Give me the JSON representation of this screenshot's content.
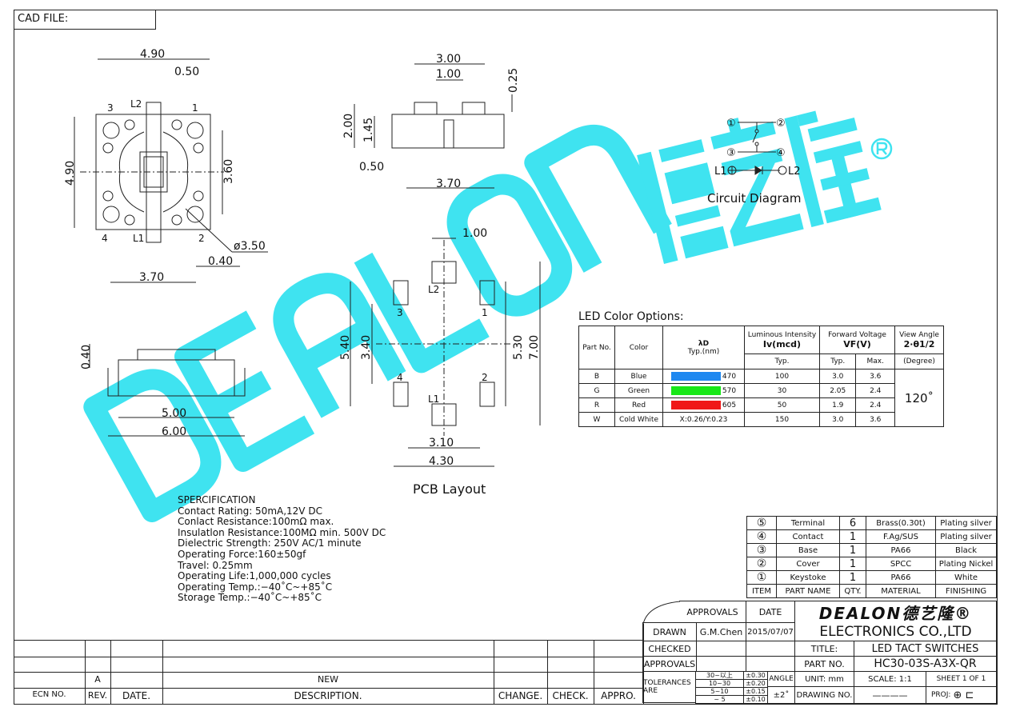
{
  "cad_file": "CAD FILE:",
  "watermark": {
    "logo": "DEALON",
    "chinese": "德艺隆",
    "registered": "®",
    "color": "#3fe3f0"
  },
  "top_view": {
    "dims": [
      "4.90",
      "0.50",
      "4.90",
      "3.60",
      "ø3.50",
      "0.40",
      "3.70"
    ],
    "pins": [
      "3",
      "1",
      "L2",
      "L1",
      "4",
      "2"
    ]
  },
  "side_view": {
    "dims": [
      "3.00",
      "1.00",
      "0.25",
      "2.00",
      "1.45",
      "0.50",
      "3.70"
    ]
  },
  "front_view": {
    "dims": [
      "0.40",
      "5.00",
      "6.00"
    ]
  },
  "pcb": {
    "dims": [
      "1.00",
      "5.40",
      "3.40",
      "5.30",
      "7.00",
      "3.10",
      "4.30"
    ],
    "pins": [
      "L2",
      "3",
      "1",
      "4",
      "2",
      "L1"
    ],
    "title": "PCB Layout"
  },
  "circuit": {
    "nodes": [
      "①",
      "②",
      "③",
      "④"
    ],
    "l1": "L1",
    "l2": "L2",
    "title": "Circuit Diagram"
  },
  "led": {
    "title": "LED Color Options:",
    "headers": {
      "part": "Part No.",
      "color": "Color",
      "lambda": "λD",
      "lambda_unit": "Typ.(nm)",
      "lum": "Luminous Intensity",
      "lum_unit": "Iv(mcd)",
      "lum_typ": "Typ.",
      "fv": "Forward Voltage",
      "fv_unit": "VF(V)",
      "fv_typ": "Typ.",
      "fv_max": "Max.",
      "view": "View Angle",
      "view_unit": "2·θ1/2",
      "view_deg": "(Degree)"
    },
    "rows": [
      {
        "part": "B",
        "color": "Blue",
        "swatch": "#1e88f0",
        "nm": "470",
        "lum": "100",
        "typ": "3.0",
        "max": "3.6"
      },
      {
        "part": "G",
        "color": "Green",
        "swatch": "#18e818",
        "nm": "570",
        "lum": "30",
        "typ": "2.05",
        "max": "2.4"
      },
      {
        "part": "R",
        "color": "Red",
        "swatch": "#f01818",
        "nm": "605",
        "lum": "50",
        "typ": "1.9",
        "max": "2.4"
      },
      {
        "part": "W",
        "color": "Cold White",
        "nm": "X:0.26/Y:0.23",
        "lum": "150",
        "typ": "3.0",
        "max": "3.6"
      }
    ],
    "view_angle": "120˚"
  },
  "spec": {
    "title": "SPERCIFICATION",
    "lines": [
      "Contact Rating: 50mA,12V DC",
      "Conlact Resistance:100mΩ max.",
      "Insulatlon Resistance:100MΩ min. 500V DC",
      "Dielectric Strength: 250V AC/1 minute",
      "Operating Force:160±50gf",
      "Travel: 0.25mm",
      "Operating Life:1,000,000 cycles",
      "Operating Temp.:−40˚C~+85˚C",
      "Storage Temp.:−40˚C~+85˚C"
    ]
  },
  "bom": {
    "rows": [
      {
        "item": "⑤",
        "name": "Terminal",
        "qty": "6",
        "material": "Brass(0.30t)",
        "finish": "Plating silver"
      },
      {
        "item": "④",
        "name": "Contact",
        "qty": "1",
        "material": "F.Ag/SUS",
        "finish": "Plating silver"
      },
      {
        "item": "③",
        "name": "Base",
        "qty": "1",
        "material": "PA66",
        "finish": "Black"
      },
      {
        "item": "②",
        "name": "Cover",
        "qty": "1",
        "material": "SPCC",
        "finish": "Plating Nickel"
      },
      {
        "item": "①",
        "name": "Keystoke",
        "qty": "1",
        "material": "PA66",
        "finish": "White"
      }
    ],
    "headers": {
      "item": "ITEM",
      "name": "PART NAME",
      "qty": "QTY.",
      "material": "MATERIAL",
      "finish": "FINISHING"
    }
  },
  "title_block": {
    "approvals": "APPROVALS",
    "date": "DATE",
    "drawn": "DRAWN",
    "drawn_by": "G.M.Chen",
    "drawn_date": "2015/07/07",
    "checked": "CHECKED",
    "approvals2": "APPROVALS",
    "company_logo": "DEALON德艺隆®",
    "company": "ELECTRONICS CO.,LTD",
    "title_label": "TITLE:",
    "title": "LED TACT SWITCHES",
    "part_label": "PART NO.",
    "part_no": "HC30-03S-A3X-QR",
    "tol_label": "TOLERANCES ARE",
    "tol_ranges": [
      "30~以上",
      "10~30",
      "5~10",
      "~ 5"
    ],
    "tol_values": [
      "±0.30",
      "±0.20",
      "±0.15",
      "±0.10"
    ],
    "angle_label": "ANGLE",
    "angle": "±2˚",
    "unit": "UNIT: mm",
    "scale": "SCALE:  1:1",
    "sheet": "SHEET  1 OF 1",
    "drawing_no": "DRAWING NO.",
    "drawing_no_value": "————",
    "proj": "PROJ:"
  },
  "revision": {
    "rev": "A",
    "desc": "NEW",
    "headers": [
      "ECN NO.",
      "REV.",
      "DATE.",
      "DESCRIPTION.",
      "CHANGE.",
      "CHECK.",
      "APPRO."
    ]
  }
}
